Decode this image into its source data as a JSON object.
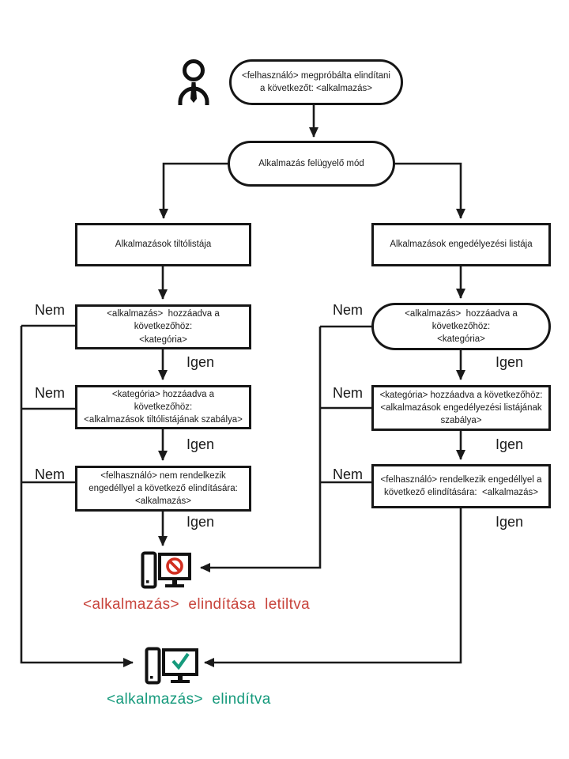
{
  "labels": {
    "yes": "Igen",
    "no": "Nem"
  },
  "colors": {
    "line": "#1a1a1a",
    "blocked": "#c8443c",
    "blocked_strong": "#d12e20",
    "allowed": "#169a7c"
  },
  "icons": {
    "actor": "user-icon",
    "blocked_result": "computer-blocked-icon",
    "allowed_result": "computer-check-icon"
  },
  "nodes": {
    "start": {
      "text": "<felhasználó> megpróbálta elindítani\na következőt: <alkalmazás>"
    },
    "mode": {
      "text": "Alkalmazás felügyelő mód"
    },
    "denylist": {
      "text": "Alkalmazások tiltólistája"
    },
    "allowlist": {
      "text": "Alkalmazások engedélyezési listája"
    },
    "deny_app_in_category": {
      "text": "<alkalmazás>  hozzáadva a következőhöz:\n<kategória>"
    },
    "allow_app_in_category": {
      "text": "<alkalmazás>  hozzáadva a következőhöz:\n<kategória>"
    },
    "deny_category_in_rule": {
      "text": "<kategória> hozzáadva a következőhöz:\n<alkalmazások tiltólistájának szabálya>"
    },
    "allow_category_in_rule": {
      "text": "<kategória> hozzáadva a következőhöz:\n<alkalmazások engedélyezési listájának\nszabálya>"
    },
    "deny_user_permission": {
      "text": "<felhasználó> nem rendelkezik\nengedéllyel a következő elindítására:\n<alkalmazás>"
    },
    "allow_user_permission": {
      "text": "<felhasználó> rendelkezik engedéllyel a\nkövetkező elindítására:  <alkalmazás>"
    }
  },
  "results": {
    "blocked": "<alkalmazás>  elindítása  letiltva",
    "started": "<alkalmazás>  elindítva"
  }
}
